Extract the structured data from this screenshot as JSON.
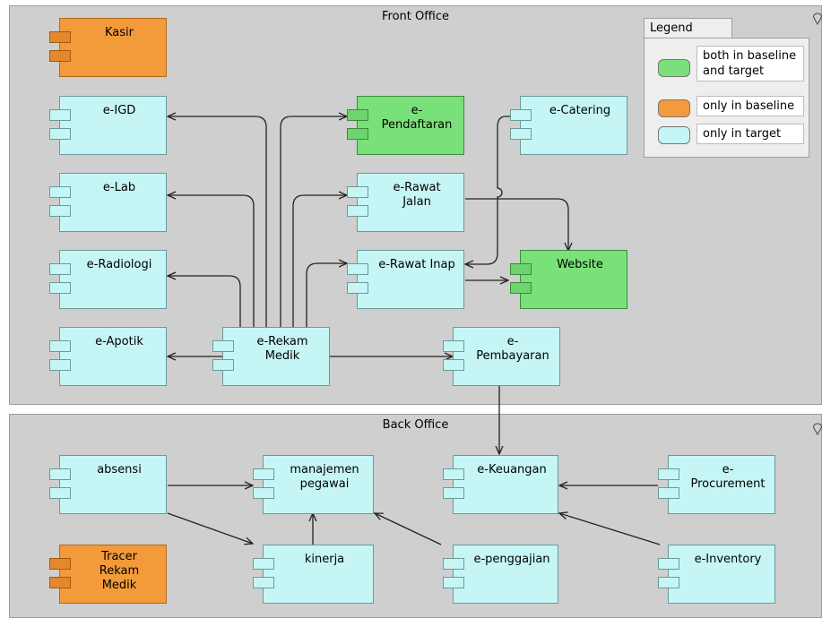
{
  "groups": {
    "front": {
      "title": "Front Office"
    },
    "back": {
      "title": "Back Office"
    }
  },
  "components": {
    "kasir": "Kasir",
    "e_igd": "e-IGD",
    "e_pendaftaran": "e-\nPendaftaran",
    "e_catering": "e-Catering",
    "e_lab": "e-Lab",
    "e_rawat_jalan": "e-Rawat\nJalan",
    "e_radiologi": "e-Radiologi",
    "e_rawat_inap": "e-Rawat Inap",
    "website": "Website",
    "e_apotik": "e-Apotik",
    "e_rekam_medik": "e-Rekam\nMedik",
    "e_pembayaran": "e-\nPembayaran",
    "absensi": "absensi",
    "manajemen_pegawai": "manajemen\npegawai",
    "e_keuangan": "e-Keuangan",
    "e_procurement": "e-\nProcurement",
    "tracer_rekam_medik": "Tracer\nRekam\nMedik",
    "kinerja": "kinerja",
    "e_penggajian": "e-penggajian",
    "e_inventory": "e-Inventory"
  },
  "legend": {
    "title": "Legend",
    "items": [
      {
        "label": "both in baseline\nand target",
        "color": "#7ae07a"
      },
      {
        "label": "only in baseline",
        "color": "#f39a3a"
      },
      {
        "label": "only in target",
        "color": "#c6f5f5"
      }
    ]
  },
  "colors": {
    "both": "#7ae07a",
    "baseline": "#f39a3a",
    "target": "#c6f5f5",
    "group_bg": "#cfcfcf",
    "edge": "#222222"
  }
}
